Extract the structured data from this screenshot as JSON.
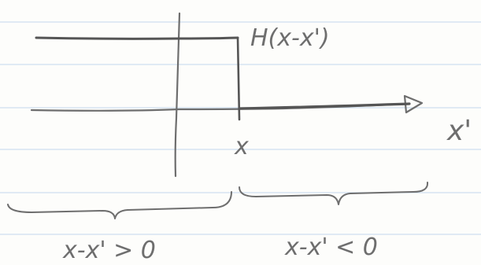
{
  "paper": {
    "background": "#fdfdfb",
    "rule_color": "#cfe0ef",
    "ink_color": "#6e6e6e",
    "ink_dark": "#555555"
  },
  "labels": {
    "function": "H(x-x')",
    "x_axis": "x'",
    "x_point": "x",
    "region_left": "x-x' > 0",
    "region_right": "x-x' < 0"
  }
}
